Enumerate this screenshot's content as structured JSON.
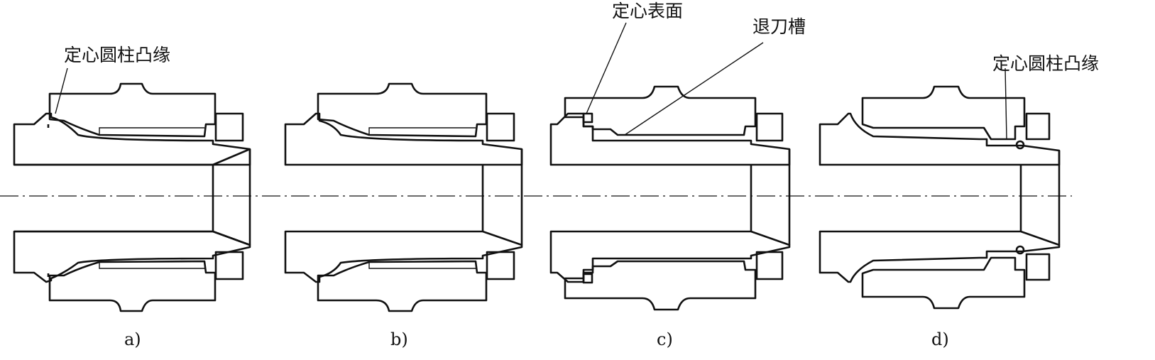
{
  "annotations": {
    "centering_flange_left": "定心圆柱凸缘",
    "centering_surface": "定心表面",
    "relief_groove": "退刀槽",
    "centering_flange_right": "定心圆柱凸缘"
  },
  "captions": [
    "a)",
    "b)",
    "c)",
    "d)"
  ]
}
